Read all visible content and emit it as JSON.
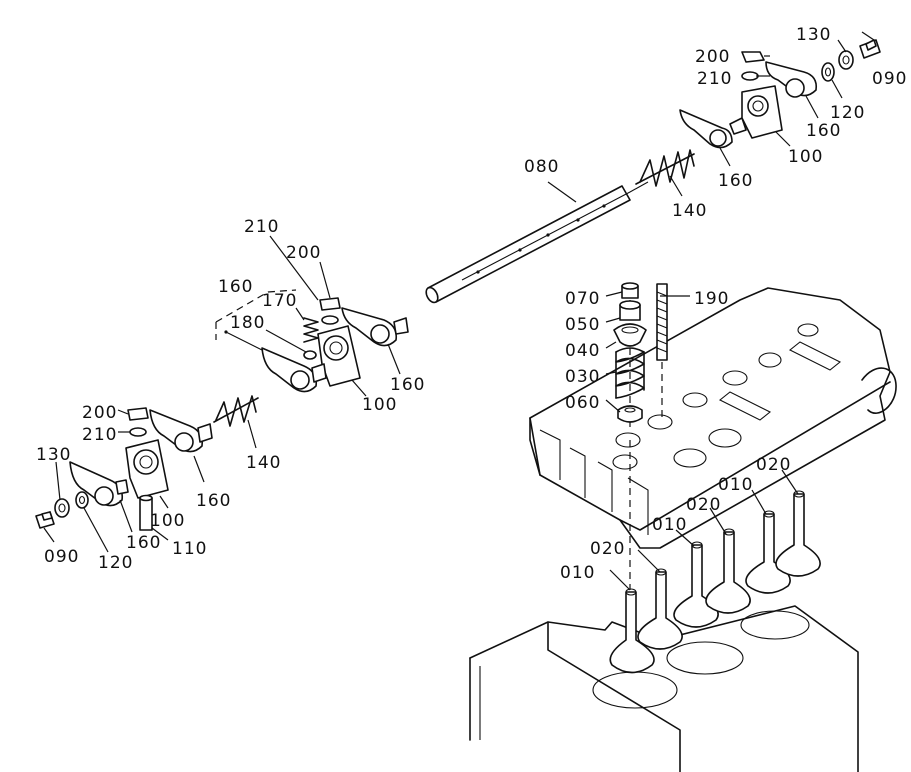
{
  "labels": {
    "p010a": "010",
    "p010b": "010",
    "p010c": "010",
    "p020a": "020",
    "p020b": "020",
    "p020c": "020",
    "p030": "030",
    "p040": "040",
    "p050": "050",
    "p060": "060",
    "p070": "070",
    "p080": "080",
    "p090a": "090",
    "p090b": "090",
    "p100a": "100",
    "p100b": "100",
    "p100c": "100",
    "p110": "110",
    "p120a": "120",
    "p120b": "120",
    "p130a": "130",
    "p130b": "130",
    "p140a": "140",
    "p140b": "140",
    "p160a": "160",
    "p160b": "160",
    "p160c": "160",
    "p160d": "160",
    "p160e": "160",
    "p160f": "160",
    "p170": "170",
    "p180": "180",
    "p190": "190",
    "p200a": "200",
    "p200b": "200",
    "p200c": "200",
    "p210a": "210",
    "p210b": "210",
    "p210c": "210"
  }
}
